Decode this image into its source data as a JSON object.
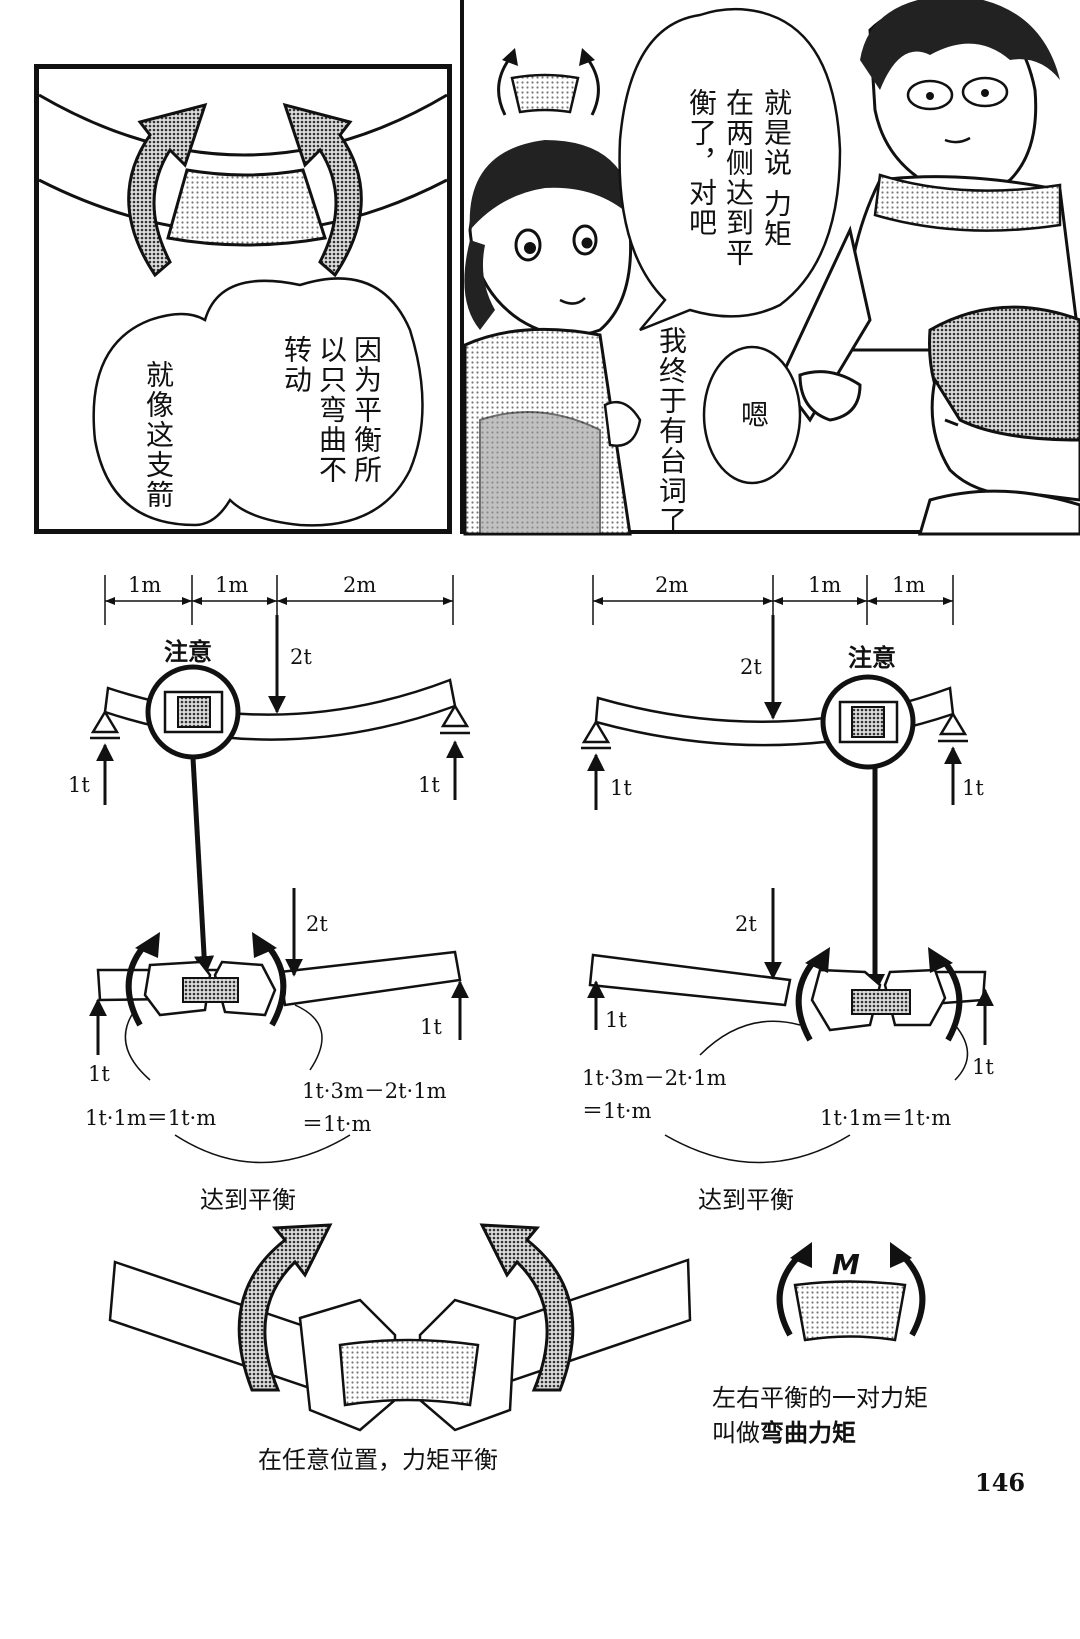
{
  "panel1": {
    "bubble_lines": [
      "因为平衡所",
      "以只弯曲不",
      "转动"
    ],
    "bubble_line_left": "就像这支箭"
  },
  "panel2": {
    "speech_main": [
      "就是说 力矩",
      "在两侧达到平",
      "衡了，对吧"
    ],
    "speech_small": "嗯",
    "side_text": "我终于有台词了"
  },
  "diagram_left": {
    "dims": [
      "1m",
      "1m",
      "2m"
    ],
    "callout": "注意",
    "load": "2t",
    "reaction_left": "1t",
    "reaction_right": "1t",
    "lower_load": "2t",
    "lower_left": "1t",
    "lower_right": "1t",
    "moment_left": "1t·1m＝1t·m",
    "moment_right_1": "1t·3m－2t·1m",
    "moment_right_2": "＝1t·m",
    "balanced": "达到平衡"
  },
  "diagram_right": {
    "dims": [
      "2m",
      "1m",
      "1m"
    ],
    "callout": "注意",
    "load": "2t",
    "reaction_left": "1t",
    "reaction_right": "1t",
    "lower_load": "2t",
    "lower_left": "1t",
    "lower_right": "1t",
    "moment_left_1": "1t·3m－2t·1m",
    "moment_left_2": "＝1t·m",
    "moment_right": "1t·1m＝1t·m",
    "balanced": "达到平衡"
  },
  "bottom": {
    "caption_left": "在任意位置，力矩平衡",
    "m_label": "M",
    "caption_right_1": "左右平衡的一对力矩",
    "caption_right_2a": "叫做",
    "caption_right_2b": "弯曲力矩"
  },
  "page_number": "146"
}
